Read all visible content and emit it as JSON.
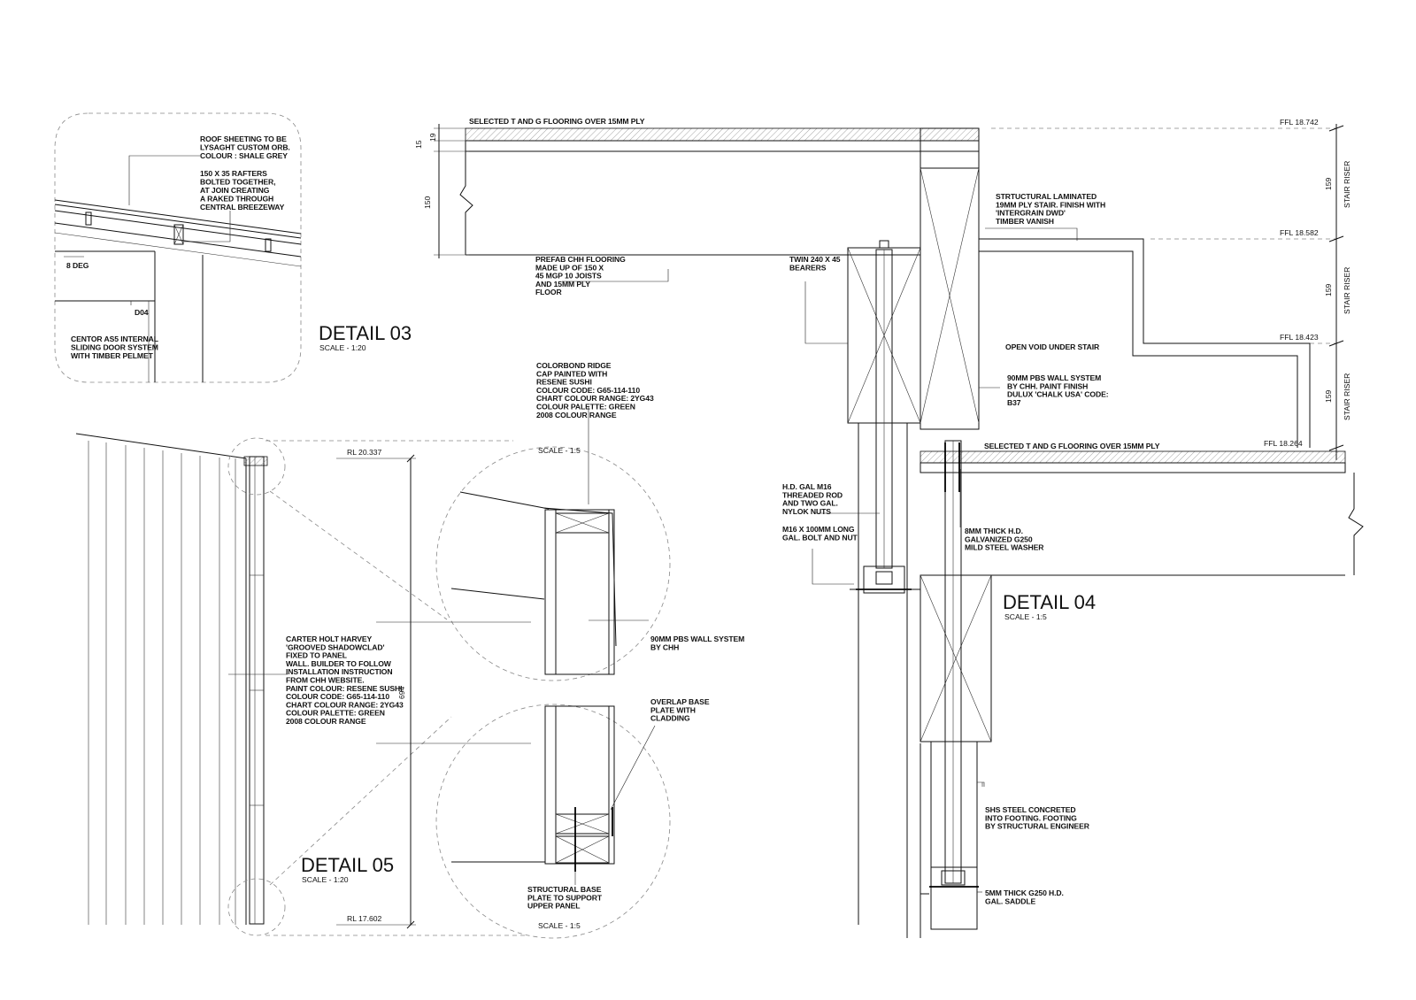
{
  "details": {
    "d03": {
      "title": "DETAIL 03",
      "scale": "SCALE - 1:20"
    },
    "d04": {
      "title": "DETAIL 04",
      "scale": "SCALE - 1:5"
    },
    "d05": {
      "title": "DETAIL 05",
      "scale": "SCALE - 1:20"
    },
    "circle_top_scale": "SCALE - 1:5",
    "circle_bottom_scale": "SCALE - 1:5"
  },
  "d03_notes": {
    "roof": [
      "ROOF SHEETING TO BE",
      "LYSAGHT CUSTOM ORB.",
      "COLOUR : SHALE GREY"
    ],
    "rafters": [
      "150 X 35 RAFTERS",
      "BOLTED TOGETHER,",
      "AT JOIN CREATING",
      "A RAKED THROUGH",
      "CENTRAL BREEZEWAY"
    ],
    "angle": "8 DEG",
    "door_tag": "D04",
    "door": [
      "CENTOR AS5 INTERNAL",
      "SLIDING DOOR SYSTEM",
      "WITH TIMBER PELMET"
    ]
  },
  "d05_notes": {
    "rl_top": "RL 20.337",
    "rl_bottom": "RL 17.602",
    "height": "694",
    "cladding": [
      "CARTER HOLT HARVEY",
      "'GROOVED SHADOWCLAD'",
      "FIXED TO PANEL",
      "WALL. BUILDER TO FOLLOW",
      "INSTALLATION INSTRUCTION",
      "FROM CHH WEBSITE.",
      "PAINT COLOUR: RESENE SUSHI",
      "COLOUR CODE: G65-114-110",
      "CHART COLOUR RANGE: 2YG43",
      "COLOUR PALETTE: GREEN",
      "2008 COLOUR RANGE"
    ],
    "ridge": [
      "COLORBOND RIDGE",
      "CAP PAINTED WITH",
      "RESENE SUSHI",
      "COLOUR CODE: G65-114-110",
      "CHART COLOUR RANGE: 2YG43",
      "COLOUR PALETTE: GREEN",
      "2008 COLOUR RANGE"
    ],
    "wall": [
      "90MM PBS WALL SYSTEM",
      "BY CHH"
    ],
    "overlap": [
      "OVERLAP BASE",
      "PLATE WITH",
      "CLADDING"
    ],
    "base": [
      "STRUCTURAL BASE",
      "PLATE TO SUPPORT",
      "UPPER PANEL"
    ]
  },
  "d04_notes": {
    "floor_top": "SELECTED T AND G FLOORING OVER 15MM PLY",
    "floor_bottom": "SELECTED T AND G FLOORING OVER 15MM PLY",
    "dim_15": "15",
    "dim_19": "19",
    "dim_150": "150",
    "prefab": [
      "PREFAB CHH FLOORING",
      "MADE UP OF 150 X",
      "45 MGP 10 JOISTS",
      "AND 15MM PLY",
      "FLOOR"
    ],
    "bearers": [
      "TWIN 240 X 45",
      "BEARERS"
    ],
    "stair": [
      "STRTUCTURAL LAMINATED",
      "19MM PLY STAIR. FINISH WITH",
      "'INTERGRAIN DWD'",
      "TIMBER VANISH"
    ],
    "void": "OPEN VOID UNDER STAIR",
    "wall": [
      "90MM PBS WALL SYSTEM",
      "BY CHH. PAINT FINISH",
      "DULUX 'CHALK USA' CODE:",
      "B37"
    ],
    "ffl": [
      "FFL 18.742",
      "FFL 18.582",
      "FFL 18.423",
      "FFL 18.264"
    ],
    "riser_dim": "159",
    "riser": "STAIR RISER",
    "rod": [
      "H.D. GAL M16",
      "THREADED ROD",
      "AND TWO GAL.",
      "NYLOK NUTS"
    ],
    "bolt": [
      "M16 X 100MM LONG",
      "GAL. BOLT AND NUT"
    ],
    "washer": [
      "8MM THICK H.D.",
      "GALVANIZED G250",
      "MILD STEEL WASHER"
    ],
    "shs": [
      "SHS STEEL CONCRETED",
      "INTO FOOTING. FOOTING",
      "BY STRUCTURAL ENGINEER"
    ],
    "saddle": [
      "5MM THICK G250 H.D.",
      "GAL. SADDLE"
    ]
  }
}
